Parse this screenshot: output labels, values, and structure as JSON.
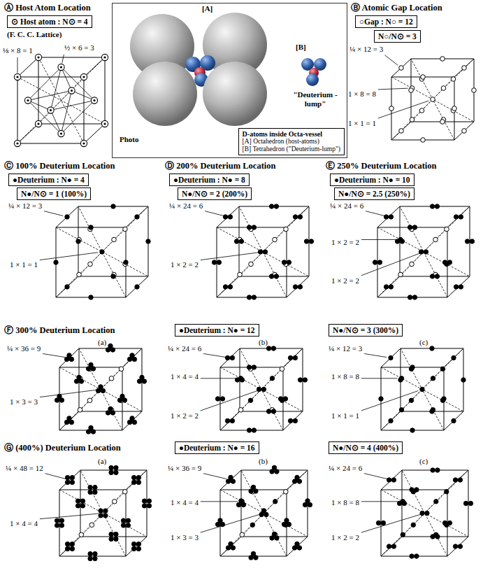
{
  "diagram": {
    "nodes": [
      {
        "text": [
          "⊙ Host atom : N⊙ = 4"
        ]
      },
      {
        "text": [
          "[A]",
          "[B]",
          "\"Deuterium -lump\"",
          "Photo"
        ]
      },
      {
        "text": [
          "D-atoms inside Octa-vessel",
          "[A] Octahedron (host-atoms)",
          "[B] Tetrahedron (\"Deuterium-lump\")"
        ],
        "in": 1
      },
      {
        "text": [
          "○Gap : N○ = 12"
        ]
      },
      {
        "text": [
          "N○/N⊙ = 3"
        ]
      },
      {
        "text": [
          "●Deuterium : N● = 4"
        ]
      },
      {
        "text": [
          "N●/N⊙ = 1 (100%)"
        ]
      },
      {
        "text": [
          "●Deuterium : N● = 8"
        ]
      },
      {
        "text": [
          "N●/N⊙ = 2 (200%)"
        ]
      },
      {
        "text": [
          "●Deuterium : N● = 10"
        ]
      },
      {
        "text": [
          "N●/N⊙ = 2.5 (250%)"
        ]
      },
      {
        "text": [
          "●Deuterium : N● = 12"
        ]
      },
      {
        "text": [
          "N●/N⊙ = 3 (300%)"
        ]
      },
      {
        "text": [
          "●Deuterium : N● = 16"
        ]
      },
      {
        "text": [
          "N●/N⊙ = 4 (400%)"
        ]
      }
    ],
    "labels": [
      "Ⓐ Host Atom Location",
      "(F. C. C. Lattice)",
      "⅛ × 8 = 1",
      "½ × 6 = 3",
      "Ⓑ Atomic Gap Location",
      "¼ × 12 = 3",
      "1 × 8 = 8",
      "1 × 1 = 1",
      "Ⓒ 100% Deuterium Location",
      "¼ × 12 = 3",
      "1 × 1 = 1",
      "Ⓓ 200% Deuterium Location",
      "¼ × 24 = 6",
      "1 × 2 = 2",
      "Ⓔ 250% Deuterium Location",
      "¼ × 24 = 6",
      "1 × 2 = 2",
      "1 × 2 = 2",
      "Ⓕ 300% Deuterium Location",
      "(a)",
      "¼ × 36 = 9",
      "1 × 3 = 3",
      "(b)",
      "¼ × 24 = 6",
      "1 × 4 = 4",
      "1 × 2 = 2",
      "(c)",
      "¼ × 12 = 3",
      "1 × 8 = 8",
      "1 × 1 = 1",
      "Ⓖ (400%) Deuterium Location",
      "(a)",
      "¼ × 48 = 12",
      "1 × 4 = 4",
      "(b)",
      "¼ × 36 = 9",
      "1 × 4 = 4",
      "1 × 3 = 3",
      "(c)",
      "¼ × 24 = 6",
      "1 × 8 = 8",
      "1 × 2 = 2"
    ]
  }
}
